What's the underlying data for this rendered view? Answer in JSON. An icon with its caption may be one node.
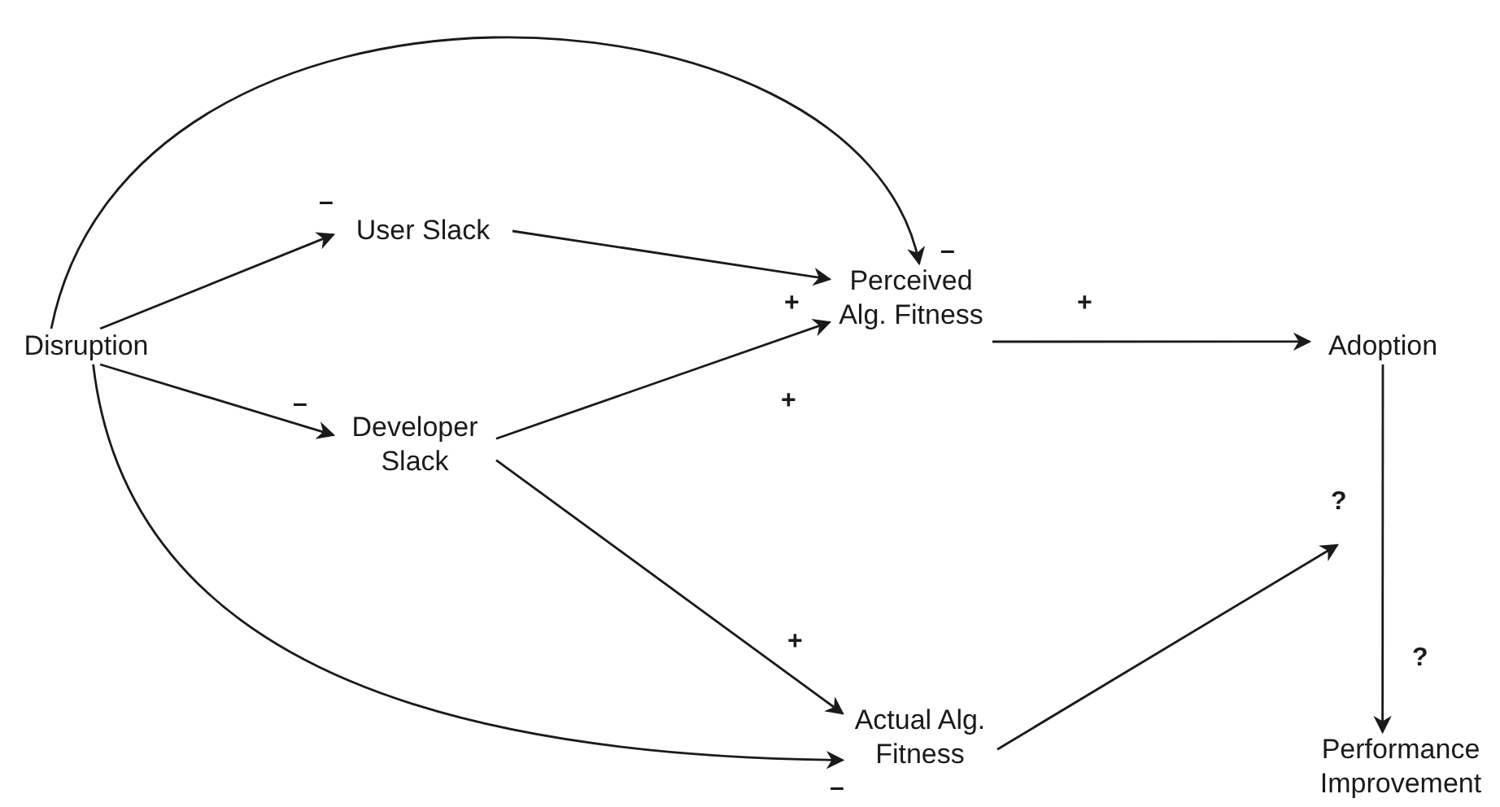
{
  "diagram": {
    "nodes": [
      {
        "text": [
          "Disruption"
        ]
      },
      {
        "text": [
          "User Slack"
        ]
      },
      {
        "text": [
          "Developer Slack"
        ]
      },
      {
        "text": [
          "Perceived Alg. Fitness"
        ]
      },
      {
        "text": [
          "Adoption"
        ]
      },
      {
        "text": [
          "Actual Alg. Fitness"
        ]
      },
      {
        "text": [
          "Performance Improvement"
        ]
      }
    ],
    "edges": [
      {
        "from": 0,
        "to": 1,
        "arrow": "to",
        "label": "–"
      },
      {
        "from": 0,
        "to": 2,
        "arrow": "to",
        "label": "–"
      },
      {
        "from": 0,
        "to": 3,
        "arrow": "to",
        "label": "–"
      },
      {
        "from": 0,
        "to": 5,
        "arrow": "to",
        "label": "–"
      },
      {
        "from": 1,
        "to": 3,
        "arrow": "to",
        "label": "+"
      },
      {
        "from": 2,
        "to": 3,
        "arrow": "to",
        "label": "+"
      },
      {
        "from": 2,
        "to": 5,
        "arrow": "to",
        "label": "+"
      },
      {
        "from": 3,
        "to": 4,
        "arrow": "to",
        "label": "+"
      },
      {
        "from": 4,
        "to": 6,
        "arrow": "to",
        "label": "?"
      },
      {
        "from": 5,
        "to": null,
        "arrow": "to",
        "label": "?"
      }
    ]
  }
}
